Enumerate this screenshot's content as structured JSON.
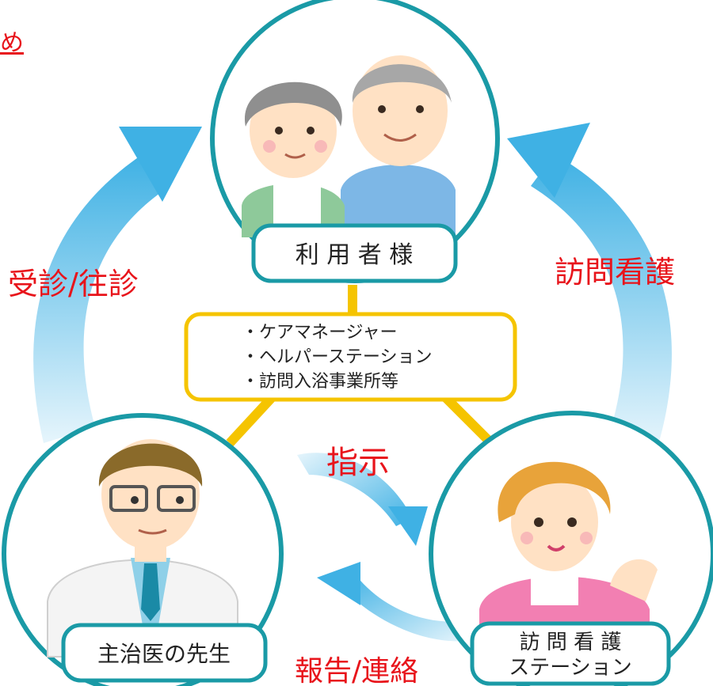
{
  "corner_text": "め",
  "users": {
    "label": "利 用 者 様"
  },
  "services": {
    "items": [
      "・ケアマネージャー",
      "・ヘルパーステーション",
      "・訪問入浴事業所等"
    ]
  },
  "doctor": {
    "label": "主治医の先生"
  },
  "nurse_station": {
    "label_line1": "訪 問 看 護",
    "label_line2": "ステーション"
  },
  "arrows": {
    "consult": "受診/往診",
    "visit_nursing": "訪問看護",
    "instruction": "指示",
    "report": "報告/連絡"
  },
  "colors": {
    "circle_stroke": "#1a9aa6",
    "connector": "#f5c400",
    "arrow": "#3fb1e4",
    "red_text": "#e8141b"
  }
}
